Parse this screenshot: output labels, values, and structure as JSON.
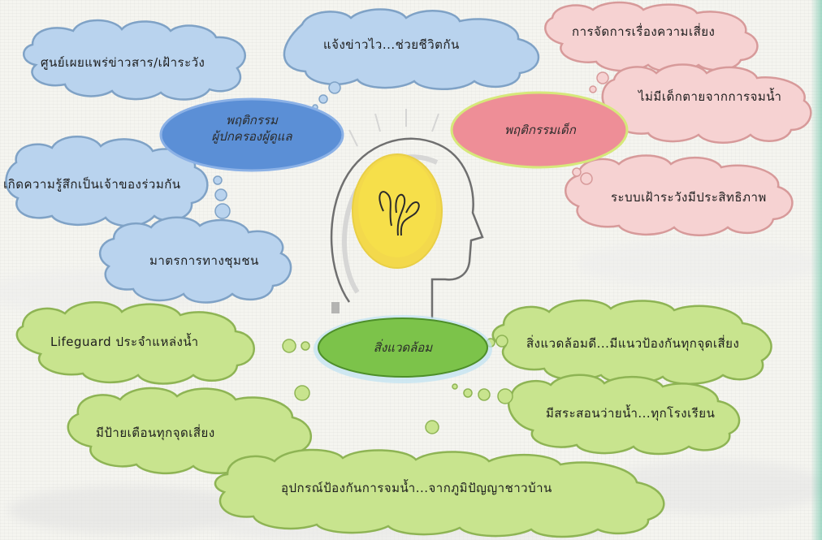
{
  "colors": {
    "blue_fill": "#b9d3ee",
    "blue_stroke": "#7fa2c6",
    "blue_hub": "#5b8fd6",
    "pink_fill": "#f6d2d2",
    "pink_stroke": "#d79a9a",
    "pink_hub": "#ee8e97",
    "green_fill": "#c8e48e",
    "green_stroke": "#8eb454",
    "green_hub": "#7cc34a",
    "bulb": "#f6df4a",
    "head_line": "#6f6f6f"
  },
  "hubs": {
    "people": {
      "line1": "พฤติกรรม",
      "line2": "ผู้ปกครองผู้ดูแล"
    },
    "child": {
      "label": "พฤติกรรมเด็ก"
    },
    "environment": {
      "label": "สิ่งแวดล้อม"
    }
  },
  "blue_clouds": {
    "info_center": "ศูนย์เผยแพร่ข่าวสาร/เฝ้าระวัง",
    "notify": "แจ้งข่าวไว...ช่วยชีวิตกัน",
    "ownership": "เกิดความรู้สึกเป็นเจ้าของร่วมกัน",
    "community": "มาตรการทางชุมชน"
  },
  "pink_clouds": {
    "risk_mgmt": "การจัดการเรื่องความเสี่ยง",
    "no_drowning": "ไม่มีเด็กตายจากการจมน้ำ",
    "surveillance": "ระบบเฝ้าระวังมีประสิทธิภาพ"
  },
  "green_clouds": {
    "lifeguard": "Lifeguard  ประจำแหล่งน้ำ",
    "good_env": "สิ่งแวดล้อมดี...มีแนวป้องกันทุกจุดเสี่ยง",
    "swim_school": "มีสระสอนว่ายน้ำ...ทุกโรงเรียน",
    "warning_signs": "มีป้ายเตือนทุกจุดเสี่ยง",
    "local_equipment": "อุปกรณ์ป้องกันการจมน้ำ...จากภูมิปัญญาชาวบ้าน"
  }
}
